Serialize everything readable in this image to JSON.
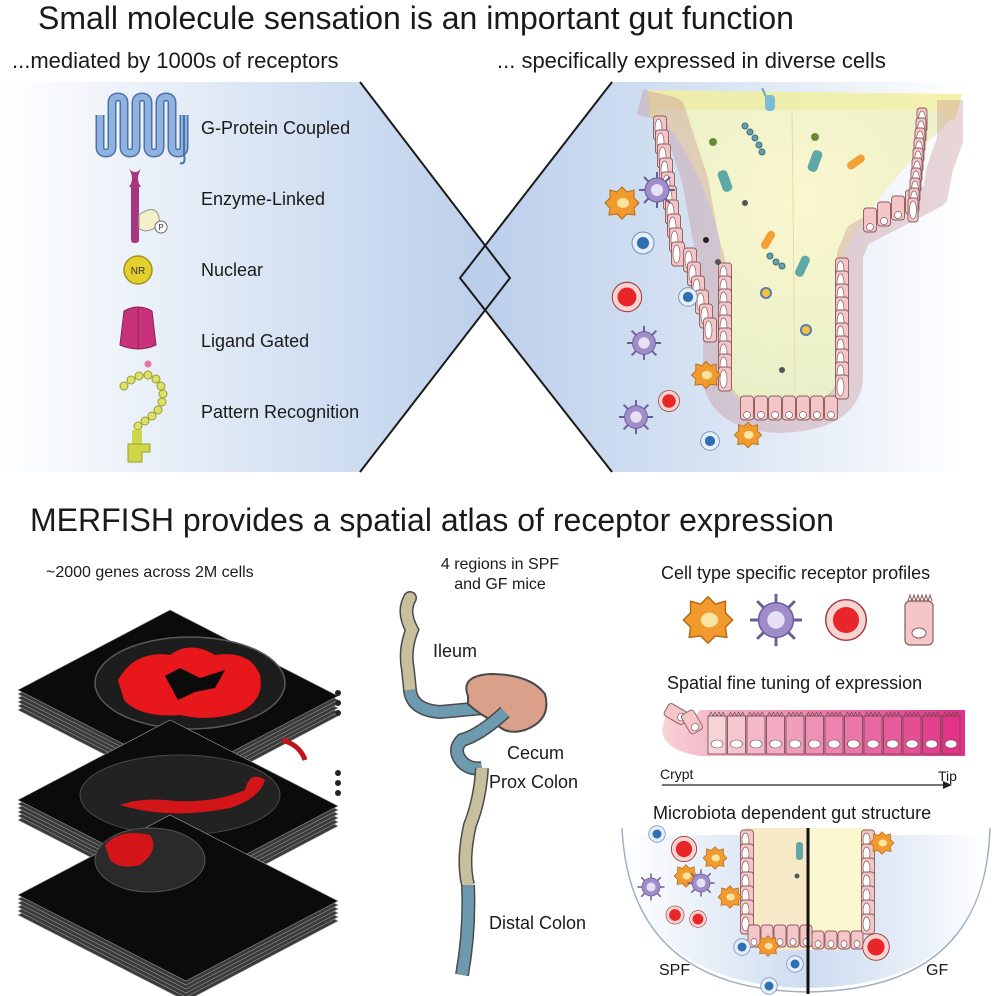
{
  "top": {
    "title": "Small molecule sensation is an important gut function",
    "left_caption": "...mediated by 1000s of receptors",
    "right_caption": "... specifically expressed in diverse cells",
    "receptors": [
      {
        "label": "G-Protein Coupled",
        "icon": "gpcr-icon",
        "color": "#6e9bd3"
      },
      {
        "label": "Enzyme-Linked",
        "icon": "enzyme-linked-receptor-icon",
        "color": "#a8357f",
        "badge": "P"
      },
      {
        "label": "Nuclear",
        "icon": "nuclear-receptor-icon",
        "color": "#e3cf2e",
        "badge": "NR"
      },
      {
        "label": "Ligand Gated",
        "icon": "ligand-gated-channel-icon",
        "color": "#c8327a"
      },
      {
        "label": "Pattern Recognition",
        "icon": "pattern-recognition-receptor-icon",
        "color": "#cfd64a"
      }
    ]
  },
  "bottom": {
    "title": "MERFISH provides a spatial atlas of receptor expression",
    "left_caption": "~2000 genes across 2M cells",
    "middle_caption_line1": "4 regions in SPF",
    "middle_caption_line2": "and GF mice",
    "regions": [
      "Ileum",
      "Cecum",
      "Prox Colon",
      "Distal Colon"
    ],
    "right_caption1": "Cell type specific receptor profiles",
    "right_caption2": "Spatial fine tuning of expression",
    "crypt_label": "Crypt",
    "tip_label": "Tip",
    "right_caption3": "Microbiota dependent gut structure",
    "spf_label": "SPF",
    "gf_label": "GF"
  },
  "colors": {
    "background_gradient": "#c9d9ef",
    "epithelium": "#f5c6c8",
    "lumen": "#f4f0b8",
    "orange_cell": "#f29a2e",
    "purple_cell": "#9f8ec9",
    "red_cell": "#e8262a",
    "blue_cell": "#2f6fb5",
    "ileum": "#c7bf9e",
    "cecum": "#dba08a",
    "colon": "#6e9aaf",
    "tissue_red": "#e8171b"
  }
}
